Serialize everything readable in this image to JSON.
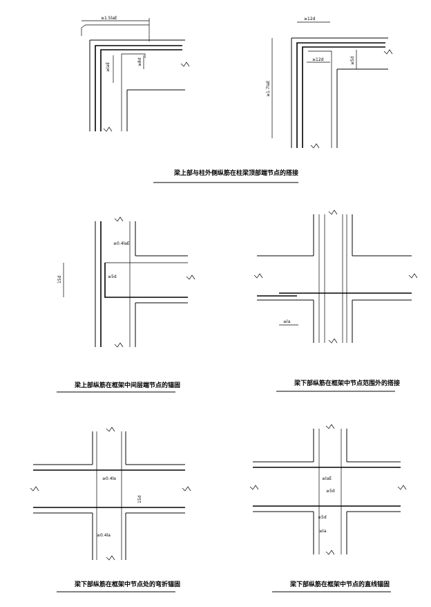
{
  "captions": {
    "d1": "梁上部与柱外侧纵筋在柱梁顶部端节点的搭接",
    "d2": "梁上部纵筋在框架中间层端节点的锚固",
    "d3": "梁下部纵筋在框架中节点范围外的搭接",
    "d4": "梁下部纵筋在框架中节点处的弯折锚固",
    "d5": "梁下部纵筋在框架中节点的直线锚固"
  },
  "labels": {
    "d1_top": "≥1.5laE",
    "d1_col": "≥laE",
    "d1_hook": "≥8d",
    "d1b_top": "≥12d",
    "d1b_inner": "≥12d",
    "d1b_right": "≥5d",
    "d1b_left": "≥1.7laE",
    "d2_anchor": "≥0.4laE",
    "d2_inner": "≥5d",
    "d2_left": "15d",
    "d3_lap": "≥la",
    "d4_top": "≥0.4la",
    "d4_right": "15d",
    "d4_bottom": "≥0.4la",
    "d5_top": "≥laE",
    "d5_mid": "≥5d",
    "d5_low": "≥5d",
    "d5_bottom": "≥la"
  }
}
